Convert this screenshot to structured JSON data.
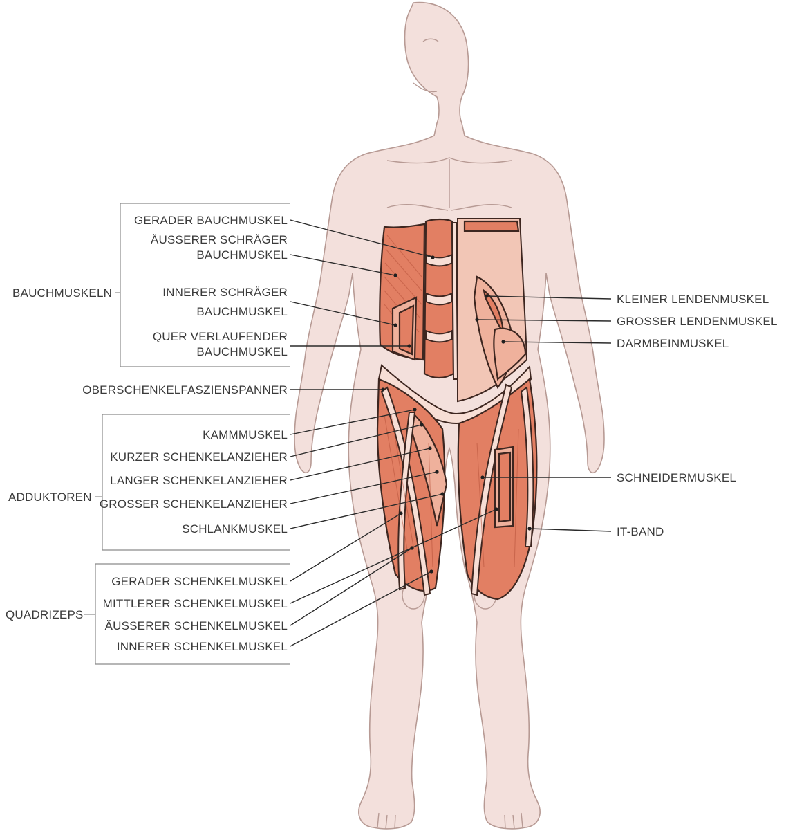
{
  "groups": {
    "bauch": {
      "title": "BAUCHMUSKELN",
      "items": [
        "GERADER BAUCHMUSKEL",
        "ÄUSSERER SCHRÄGER",
        "BAUCHMUSKEL",
        "INNERER SCHRÄGER",
        "BAUCHMUSKEL",
        "QUER VERLAUFENDER",
        "BAUCHMUSKEL"
      ]
    },
    "tensor": "OBERSCHENKELFASZIENSPANNER",
    "adduktoren": {
      "title": "ADDUKTOREN",
      "items": [
        "KAMMMUSKEL",
        "KURZER SCHENKELANZIEHER",
        "LANGER SCHENKELANZIEHER",
        "GROSSER SCHENKELANZIEHER",
        "SCHLANKMUSKEL"
      ]
    },
    "quadrizeps": {
      "title": "QUADRIZEPS",
      "items": [
        "GERADER SCHENKELMUSKEL",
        "MITTLERER SCHENKELMUSKEL",
        "ÄUSSERER SCHENKELMUSKEL",
        "INNERER SCHENKELMUSKEL"
      ]
    }
  },
  "right_labels": [
    "KLEINER LENDENMUSKEL",
    "GROSSER LENDENMUSKEL",
    "DARMBEINMUSKEL",
    "SCHNEIDERMUSKEL",
    "IT-BAND"
  ],
  "colors": {
    "skin": "#f3e0dc",
    "muscle": "#e27f63",
    "text": "#3a3a3a"
  }
}
